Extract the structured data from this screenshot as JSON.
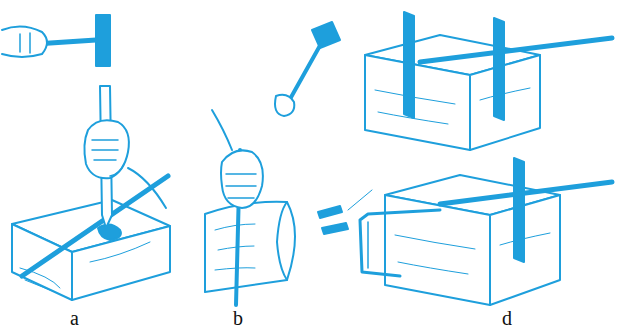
{
  "diagram": {
    "labels": [
      "a",
      "b",
      "d"
    ]
  }
}
